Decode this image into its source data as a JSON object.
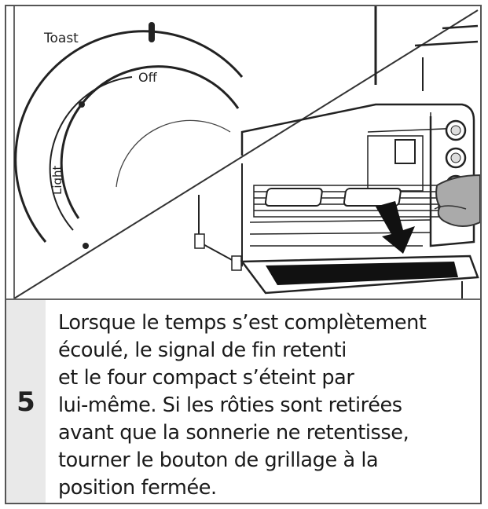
{
  "illustration": {
    "dial": {
      "label_toast": "Toast",
      "label_off": "Off",
      "label_light": "Light"
    },
    "description": "Toaster oven dial set to Off; hand pulling rack out with toast slices, arrow indicating removal"
  },
  "step": {
    "number": "5",
    "lines": [
      "Lorsque le temps s’est complètement",
      "écoulé, le signal de fin retenti",
      "et le four compact s’éteint par",
      "lui-même. Si les rôties sont retirées",
      "avant que la sonnerie ne retentisse,",
      "tourner le bouton de grillage à la",
      "position fermée."
    ]
  },
  "colors": {
    "border": "#555555",
    "step_column_bg": "#e9e9e9",
    "text": "#1a1a1a"
  }
}
